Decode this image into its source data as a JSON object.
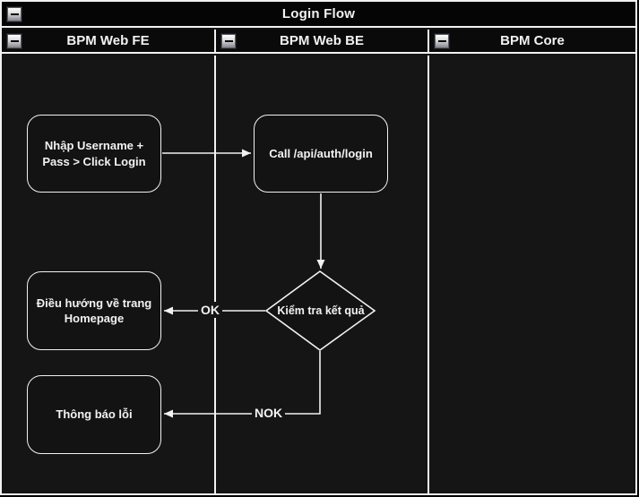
{
  "pool": {
    "title": "Login Flow"
  },
  "lanes": [
    {
      "label": "BPM Web FE"
    },
    {
      "label": "BPM Web BE"
    },
    {
      "label": "BPM Core"
    }
  ],
  "nodes": {
    "input_login": {
      "label": "Nhập Username +\nPass > Click Login"
    },
    "call_api": {
      "label": "Call /api/auth/login"
    },
    "check_result": {
      "label": "Kiểm tra kết quả"
    },
    "redirect_home": {
      "label": "Điều hướng về trang\nHomepage"
    },
    "error_notify": {
      "label": "Thông báo lỗi"
    }
  },
  "edges": {
    "ok": {
      "label": "OK"
    },
    "nok": {
      "label": "NOK"
    }
  },
  "icons": {
    "collapse": "minus-square"
  },
  "colors": {
    "page_background": "#000000",
    "lane_background": "#151515",
    "header_background": "#0a0a0a",
    "border": "#f2f2f2",
    "text": "#f2f2f2"
  }
}
